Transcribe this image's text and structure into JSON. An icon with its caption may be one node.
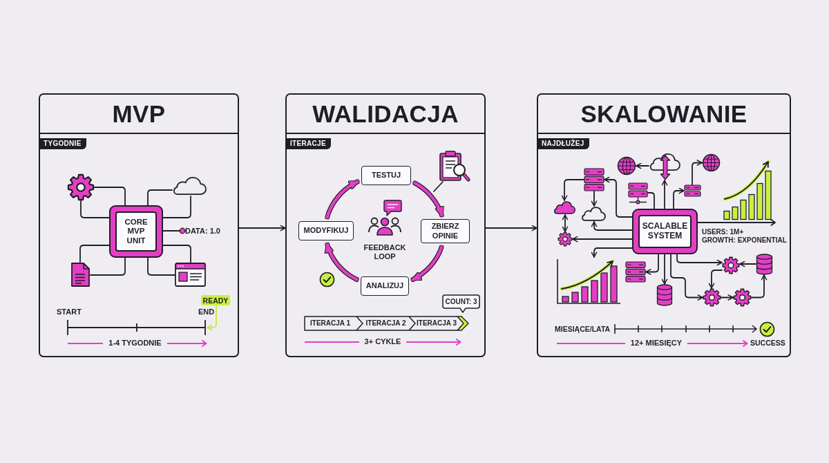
{
  "diagram": {
    "nodes": [
      {
        "text": [
          "MVP",
          "TYGODNIE"
        ]
      },
      {
        "text": [],
        "shape": "gear",
        "in": 0
      },
      {
        "text": [],
        "shape": "cloud",
        "in": 0
      },
      {
        "text": [
          "CORE MVP UNIT"
        ],
        "in": 0
      },
      {
        "text": [],
        "shape": "document",
        "in": 0
      },
      {
        "text": [],
        "shape": "window",
        "in": 0
      },
      {
        "text": [
          "DATA: 1.0"
        ],
        "in": 0
      },
      {
        "text": [
          "READY"
        ],
        "in": 0
      },
      {
        "text": [
          "WALIDACJA",
          "ITERACJE"
        ]
      },
      {
        "text": [],
        "shape": "clipboard",
        "in": 8
      },
      {
        "text": [
          "TESTUJ"
        ],
        "in": 8
      },
      {
        "text": [
          "MODYFIKUJ"
        ],
        "in": 8
      },
      {
        "text": [
          "ZBIERZ OPINIE"
        ],
        "in": 8
      },
      {
        "text": [
          "ANALIZUJ"
        ],
        "in": 8
      },
      {
        "text": [
          "COUNT: 3"
        ],
        "in": 8
      },
      {
        "text": [
          "ITERACJA 1"
        ],
        "in": 8
      },
      {
        "text": [
          "ITERACJA 2"
        ],
        "in": 8
      },
      {
        "text": [
          "ITERACJA 3"
        ],
        "in": 8
      },
      {
        "text": [
          "SKALOWANIE",
          "NAJDŁUŻEJ"
        ]
      },
      {
        "text": [],
        "shape": "globe",
        "in": 18
      },
      {
        "text": [],
        "shape": "cloud",
        "in": 18
      },
      {
        "text": [],
        "shape": "globe",
        "in": 18
      },
      {
        "text": [],
        "shape": "server",
        "in": 18
      },
      {
        "text": [],
        "shape": "server",
        "in": 18
      },
      {
        "text": [],
        "shape": "server",
        "in": 18
      },
      {
        "text": [],
        "shape": "cloud",
        "in": 18
      },
      {
        "text": [],
        "shape": "cloud",
        "in": 18
      },
      {
        "text": [
          "SCALABLE SYSTEM"
        ],
        "in": 18
      },
      {
        "text": [],
        "shape": "gear",
        "in": 18
      },
      {
        "text": [],
        "shape": "chart",
        "in": 18
      },
      {
        "text": [],
        "shape": "server",
        "in": 18
      },
      {
        "text": [],
        "shape": "gear",
        "in": 18
      },
      {
        "text": [],
        "shape": "cylinder",
        "in": 18
      },
      {
        "text": [],
        "shape": "cylinder",
        "in": 18
      },
      {
        "text": [],
        "shape": "gear",
        "in": 18
      },
      {
        "text": [],
        "shape": "gear",
        "in": 18
      },
      {
        "text": [],
        "shape": "line",
        "in": 0
      },
      {
        "text": [],
        "shape": "chart",
        "in": 18
      }
    ],
    "edges": [
      {
        "from": 1,
        "to": 3,
        "arrow": "none"
      },
      {
        "from": 1,
        "to": 3,
        "arrow": "none"
      },
      {
        "from": 2,
        "to": 3,
        "arrow": "none"
      },
      {
        "from": 2,
        "to": 3,
        "arrow": "none"
      },
      {
        "from": 4,
        "to": 3,
        "arrow": "none"
      },
      {
        "from": 4,
        "to": 3,
        "arrow": "none"
      },
      {
        "from": 5,
        "to": 3,
        "arrow": "none"
      },
      {
        "from": 5,
        "to": 3,
        "arrow": "none"
      },
      {
        "from": 3,
        "to": 6,
        "arrow": "other"
      },
      {
        "from": 7,
        "to": 36,
        "arrow": "to",
        "color": "#c3ec3a"
      },
      {
        "from": 0,
        "to": 8,
        "arrow": "to"
      },
      {
        "from": 8,
        "to": 18,
        "arrow": "to"
      },
      {
        "from": 10,
        "to": 12,
        "arrow": "to",
        "style": "thick",
        "color": "#e23fc4"
      },
      {
        "from": 12,
        "to": 13,
        "arrow": "to",
        "style": "thick",
        "color": "#e23fc4"
      },
      {
        "from": 13,
        "to": 11,
        "arrow": "to",
        "style": "thick",
        "color": "#e23fc4"
      },
      {
        "from": 11,
        "to": 10,
        "arrow": "to",
        "style": "thick",
        "color": "#e23fc4"
      },
      {
        "from": 9,
        "to": null,
        "arrow": "none"
      },
      {
        "from": 27,
        "to": 22,
        "arrow": "to"
      },
      {
        "from": 22,
        "to": 25,
        "arrow": "to"
      },
      {
        "from": 22,
        "to": 26,
        "arrow": "to"
      },
      {
        "from": 27,
        "to": 26,
        "arrow": "to"
      },
      {
        "from": 25,
        "to": 28,
        "arrow": "both"
      },
      {
        "from": 27,
        "to": 28,
        "arrow": "to"
      },
      {
        "from": 27,
        "to": 29,
        "arrow": "to"
      },
      {
        "from": 27,
        "to": 20,
        "arrow": "to"
      },
      {
        "from": 20,
        "to": 19,
        "arrow": "to"
      },
      {
        "from": 23,
        "to": 27,
        "arrow": "none"
      },
      {
        "from": 27,
        "to": 24,
        "arrow": "to"
      },
      {
        "from": 24,
        "to": 21,
        "arrow": "to"
      },
      {
        "from": 27,
        "to": 30,
        "arrow": "to"
      },
      {
        "from": 27,
        "to": 33,
        "arrow": "to"
      },
      {
        "from": 27,
        "to": 34,
        "arrow": "to"
      },
      {
        "from": 27,
        "to": 31,
        "arrow": "to"
      },
      {
        "from": 31,
        "to": 34,
        "arrow": "to"
      },
      {
        "from": 34,
        "to": 35,
        "arrow": "to"
      },
      {
        "from": 35,
        "to": 32,
        "arrow": "to"
      },
      {
        "from": 32,
        "to": 31,
        "arrow": "to"
      },
      {
        "from": 27,
        "to": 37,
        "arrow": "none"
      }
    ],
    "labels": [
      "START",
      "END",
      "1-4 TYGODNIE",
      "FEEDBACK LOOP",
      "3+ CYKLE",
      "USERS: 1M+",
      "GROWTH: EXPONENTIAL",
      "MIESIĄCE/LATA",
      "12+ MIESIĘCY",
      "SUCCESS"
    ]
  }
}
